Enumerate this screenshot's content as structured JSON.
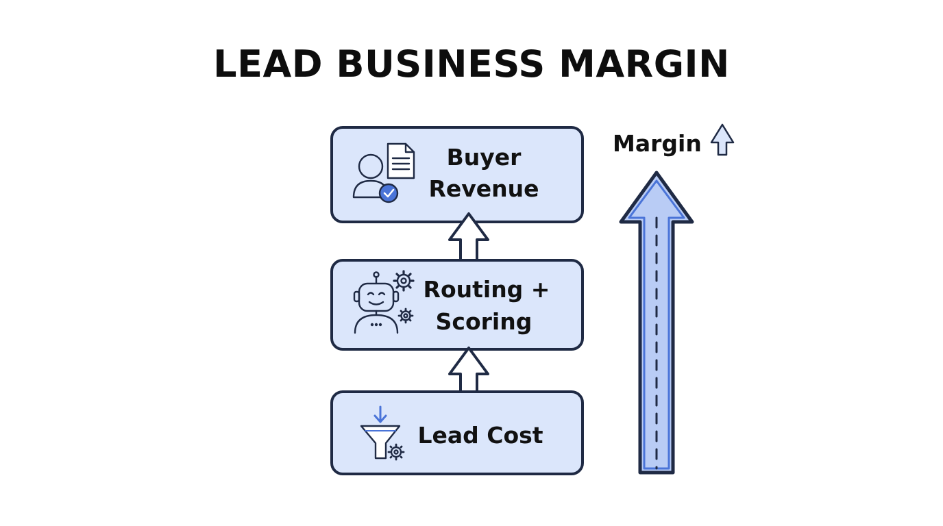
{
  "title": "LEAD BUSINESS MARGIN",
  "colors": {
    "box_fill": "#dbe6fb",
    "stroke": "#1f2a44",
    "accent": "#4a74d8",
    "arrow_fill": "#b9ccf5"
  },
  "boxes": [
    {
      "icon": "buyer-document-icon",
      "line1": "Buyer",
      "line2": "Revenue"
    },
    {
      "icon": "robot-gears-icon",
      "line1": "Routing +",
      "line2": "Scoring"
    },
    {
      "icon": "funnel-gear-icon",
      "line1": "Lead Cost",
      "line2": ""
    }
  ],
  "margin": {
    "label": "Margin",
    "icon": "up-arrow-icon"
  }
}
